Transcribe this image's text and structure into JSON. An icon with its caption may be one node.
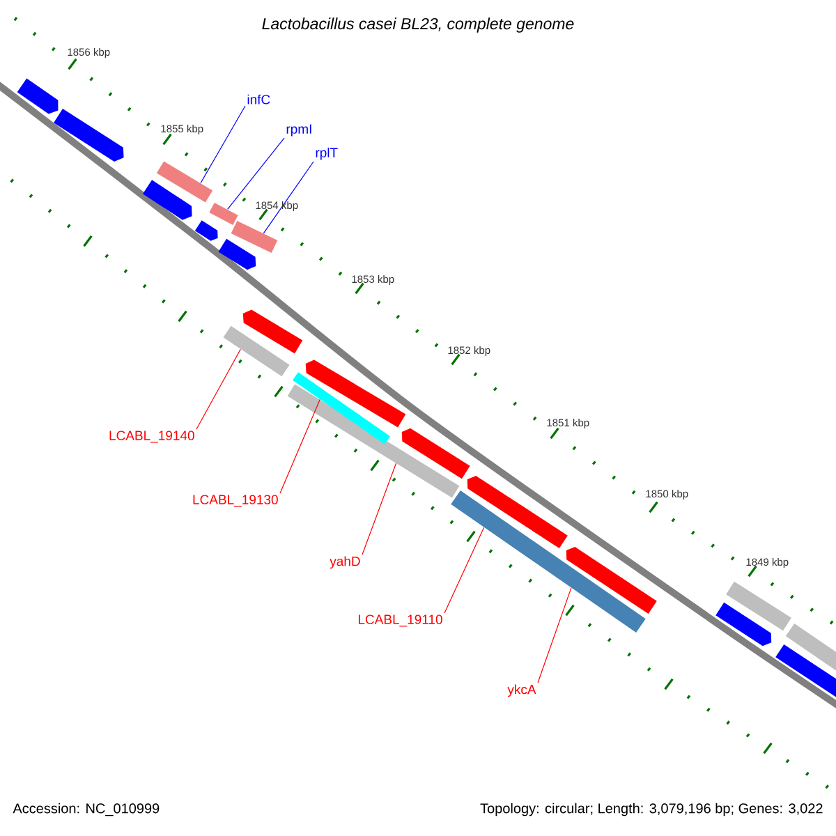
{
  "diagram": {
    "title": "Lactobacillus casei BL23, complete genome",
    "nodes": [
      {
        "text": [
          "infC"
        ]
      },
      {
        "text": [
          "rpmI"
        ]
      },
      {
        "text": [
          "rplT"
        ]
      },
      {
        "text": [
          "LCABL_19140"
        ]
      },
      {
        "text": [
          "LCABL_19130"
        ]
      },
      {
        "text": [
          "yahD"
        ]
      },
      {
        "text": [
          "LCABL_19110"
        ]
      },
      {
        "text": [
          "ykcA"
        ]
      },
      {
        "text": [],
        "shape": "bar"
      },
      {
        "text": [],
        "shape": "bar"
      },
      {
        "text": [],
        "shape": "bar"
      },
      {
        "text": [],
        "shape": "bar"
      },
      {
        "text": [],
        "shape": "bar"
      },
      {
        "text": [],
        "shape": "bar"
      },
      {
        "text": [],
        "shape": "bar"
      },
      {
        "text": [],
        "shape": "pentagon"
      },
      {
        "text": [],
        "shape": "pentagon"
      },
      {
        "text": [],
        "shape": "pentagon"
      },
      {
        "text": [],
        "shape": "pentagon"
      },
      {
        "text": [],
        "shape": "pentagon"
      },
      {
        "text": [],
        "shape": "pentagon"
      },
      {
        "text": [],
        "shape": "pentagon"
      },
      {
        "text": [],
        "shape": "pentagon"
      },
      {
        "text": [],
        "shape": "pentagon"
      },
      {
        "text": [],
        "shape": "pentagon"
      },
      {
        "text": [],
        "shape": "pentagon"
      },
      {
        "text": [],
        "shape": "pentagon"
      },
      {
        "text": [],
        "shape": "bar"
      },
      {
        "text": [],
        "shape": "bar"
      }
    ],
    "edges": [
      {
        "from": 0,
        "to": 8,
        "arrow": "none",
        "color": "#0000ff"
      },
      {
        "from": 1,
        "to": 9,
        "arrow": "none",
        "color": "#0000ff"
      },
      {
        "from": 2,
        "to": 10,
        "arrow": "none",
        "color": "#0000ff"
      },
      {
        "from": 3,
        "to": 11,
        "arrow": "none"
      },
      {
        "from": 4,
        "to": 12,
        "arrow": "none"
      },
      {
        "from": 5,
        "to": 13,
        "arrow": "none"
      },
      {
        "from": 6,
        "to": 14,
        "arrow": "none"
      },
      {
        "from": 7,
        "to": 14,
        "arrow": "none"
      }
    ],
    "labels": [
      "1856 kbp",
      "1855 kbp",
      "1854 kbp",
      "1853 kbp",
      "1852 kbp",
      "1851 kbp",
      "1850 kbp",
      "1849 kbp",
      "Accession: NC_010999",
      "Topology: circular; Length: 3,079,196 bp; Genes: 3,022"
    ]
  }
}
